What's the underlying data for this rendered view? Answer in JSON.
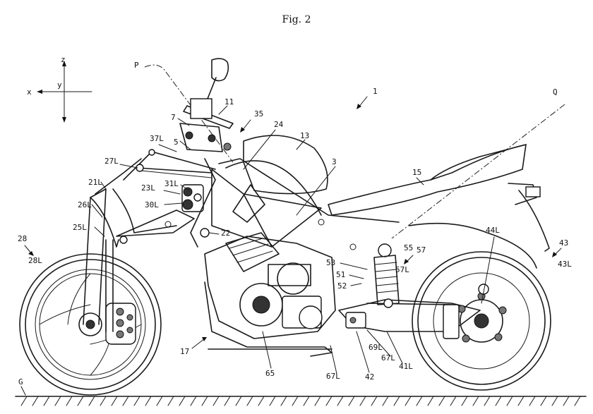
{
  "figure": {
    "title": "Fig. 2"
  },
  "axes": {
    "x": "x",
    "y": "y",
    "z": "z"
  },
  "axis_lines": {
    "p": "P",
    "q": "Q",
    "ground": "G"
  },
  "labels": {
    "l1": "1",
    "l3": "3",
    "l5": "5",
    "l7": "7",
    "l11": "11",
    "l13": "13",
    "l15": "15",
    "l17": "17",
    "l21L": "21L",
    "l22": "22",
    "l23L": "23L",
    "l24": "24",
    "l25L": "25L",
    "l26L": "26L",
    "l27L": "27L",
    "l28": "28",
    "l28L": "28L",
    "l30L": "30L",
    "l31L": "31L",
    "l35": "35",
    "l37L": "37L",
    "l41L": "41L",
    "l42": "42",
    "l43": "43",
    "l43L": "43L",
    "l44L": "44L",
    "l51": "51",
    "l52": "52",
    "l53": "53",
    "l55": "55",
    "l57": "57",
    "l57L": "57L",
    "l65": "65",
    "l67L_a": "67L",
    "l67L_b": "67L",
    "l69L": "69L"
  }
}
